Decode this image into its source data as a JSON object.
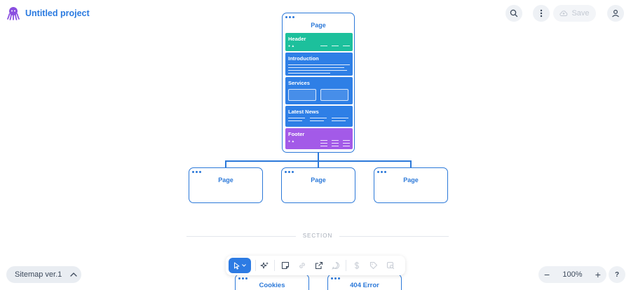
{
  "project": {
    "title": "Untitled project",
    "logo_icon": "octopus-logo-icon"
  },
  "topbar": {
    "search_icon": "search-icon",
    "more_icon": "more-vertical-icon",
    "save_label": "Save",
    "save_icon": "cloud-upload-icon",
    "account_icon": "user-icon"
  },
  "sitemap": {
    "root": {
      "title": "Page",
      "sections": [
        {
          "label": "Header"
        },
        {
          "label": "Introduction"
        },
        {
          "label": "Services"
        },
        {
          "label": "Latest News"
        },
        {
          "label": "Footer"
        }
      ]
    },
    "children": [
      {
        "title": "Page"
      },
      {
        "title": "Page"
      },
      {
        "title": "Page"
      }
    ],
    "section_label": "SECTION",
    "section_pages": [
      {
        "title": "Cookies"
      },
      {
        "title": "404 Error"
      }
    ]
  },
  "toolbar": {
    "tools": [
      "pointer-icon",
      "sparkle-ai-icon",
      "sticky-note-icon",
      "link-icon",
      "external-link-icon",
      "comment-icon",
      "dollar-icon",
      "tag-icon",
      "image-search-icon"
    ]
  },
  "sitemap_version": {
    "label": "Sitemap ver.1"
  },
  "zoom": {
    "value": "100%",
    "minus": "−",
    "plus": "+"
  },
  "help": {
    "label": "?"
  },
  "colors": {
    "accent": "#2c79d9",
    "header_block": "#1cc09c",
    "content_block": "#2e7fe6",
    "footer_block": "#a35ae8"
  }
}
